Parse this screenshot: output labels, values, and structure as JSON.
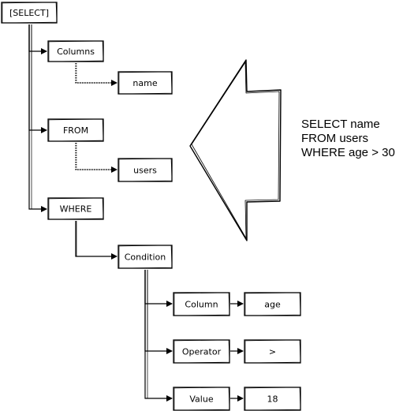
{
  "diagram": {
    "nodes": [
      {
        "id": "select",
        "label": "[SELECT]"
      },
      {
        "id": "columns",
        "label": "Columns"
      },
      {
        "id": "name",
        "label": "name"
      },
      {
        "id": "from",
        "label": "FROM"
      },
      {
        "id": "users",
        "label": "users"
      },
      {
        "id": "where",
        "label": "WHERE"
      },
      {
        "id": "condition",
        "label": "Condition"
      },
      {
        "id": "column",
        "label": "Column"
      },
      {
        "id": "age",
        "label": "age"
      },
      {
        "id": "operator",
        "label": "Operator"
      },
      {
        "id": "gt",
        "label": ">"
      },
      {
        "id": "value",
        "label": "Value"
      },
      {
        "id": "eighteen",
        "label": "18"
      }
    ],
    "edges": [
      {
        "from": "select",
        "to": "columns",
        "style": "solid"
      },
      {
        "from": "select",
        "to": "from",
        "style": "solid"
      },
      {
        "from": "select",
        "to": "where",
        "style": "solid"
      },
      {
        "from": "columns",
        "to": "name",
        "style": "dotted"
      },
      {
        "from": "from",
        "to": "users",
        "style": "dotted"
      },
      {
        "from": "where",
        "to": "condition",
        "style": "solid"
      },
      {
        "from": "condition",
        "to": "column",
        "style": "solid"
      },
      {
        "from": "condition",
        "to": "operator",
        "style": "solid"
      },
      {
        "from": "condition",
        "to": "value",
        "style": "solid"
      },
      {
        "from": "column",
        "to": "age",
        "style": "solid"
      },
      {
        "from": "operator",
        "to": "gt",
        "style": "solid"
      },
      {
        "from": "value",
        "to": "eighteen",
        "style": "solid"
      }
    ]
  },
  "query": {
    "lines": [
      "SELECT name",
      "FROM users",
      "WHERE age > 30"
    ]
  },
  "colors": {
    "stroke": "#000000",
    "background": "#ffffff"
  },
  "icons": {
    "big_arrow": "left-arrow-icon"
  }
}
